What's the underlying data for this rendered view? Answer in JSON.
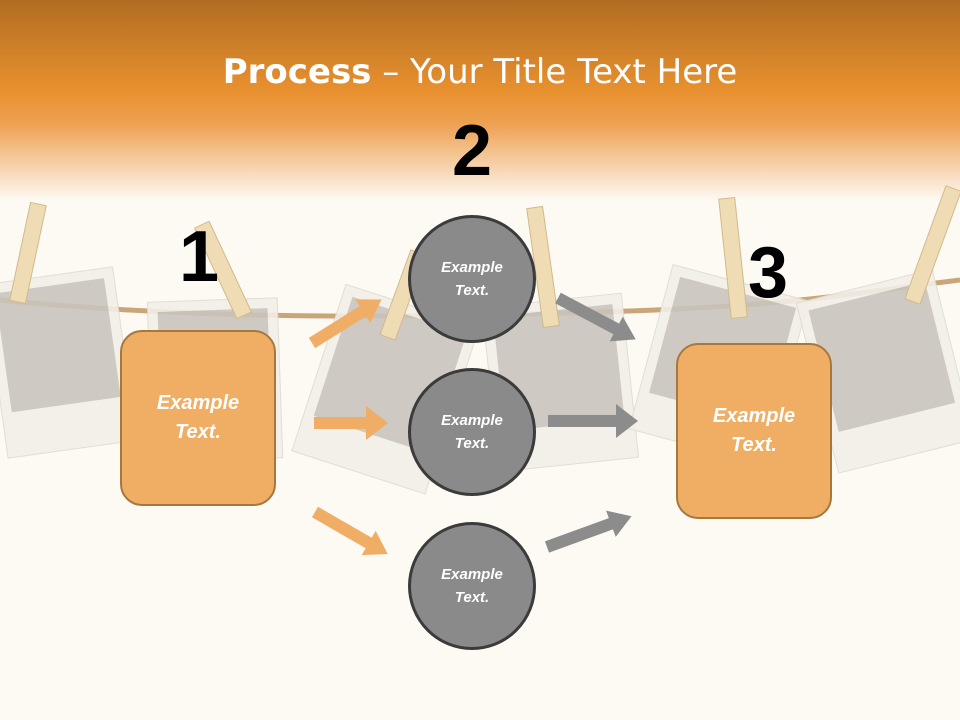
{
  "title": {
    "bold": "Process",
    "rest": " – Your Title Text Here"
  },
  "steps": [
    {
      "number": "1",
      "text": "Example Text."
    },
    {
      "number": "2",
      "text": "Example Text."
    },
    {
      "number": "3",
      "text": "Example Text."
    }
  ],
  "circles": [
    {
      "text": "Example Text."
    },
    {
      "text": "Example Text."
    },
    {
      "text": "Example Text."
    }
  ],
  "colors": {
    "header": "#e8902e",
    "box": "#efae64",
    "circle": "#8a8a8a",
    "arrow_orange": "#f0ad65",
    "arrow_gray": "#8c8c8c"
  }
}
